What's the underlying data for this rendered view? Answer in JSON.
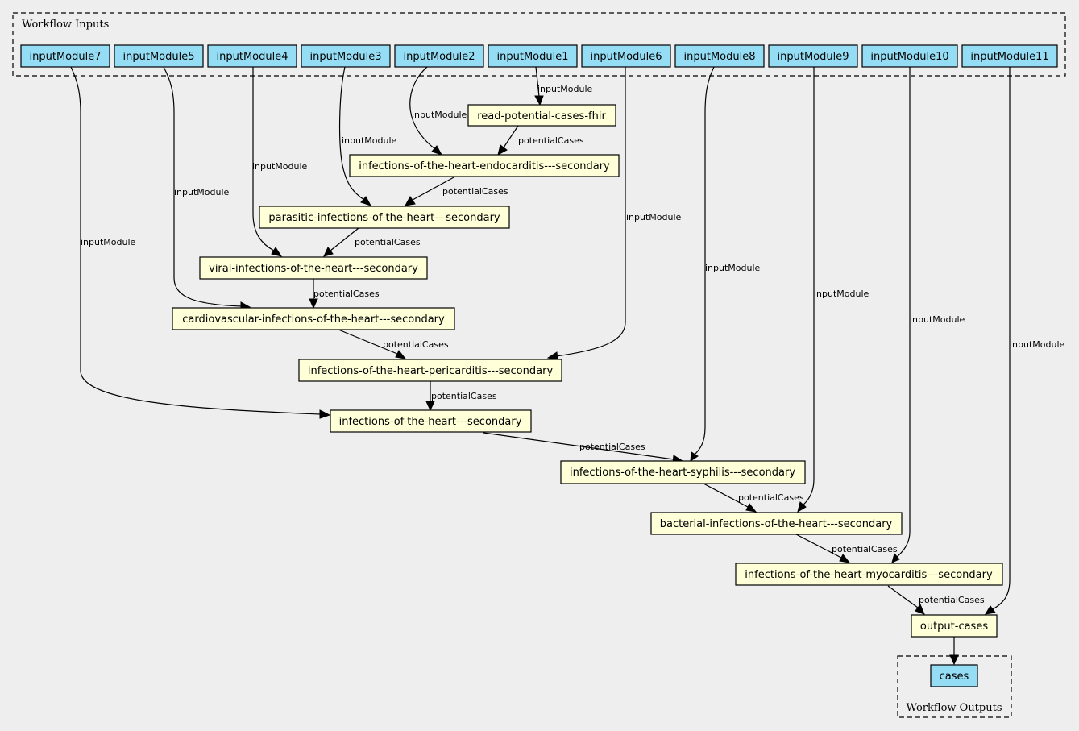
{
  "clusters": {
    "inputs_label": "Workflow Inputs",
    "outputs_label": "Workflow Outputs"
  },
  "colors": {
    "input_fill": "#94ddf4",
    "step_fill": "#ffffd8",
    "background": "#eeeeee"
  },
  "inputs": [
    "inputModule7",
    "inputModule5",
    "inputModule4",
    "inputModule3",
    "inputModule2",
    "inputModule1",
    "inputModule6",
    "inputModule8",
    "inputModule9",
    "inputModule10",
    "inputModule11"
  ],
  "steps": [
    "read-potential-cases-fhir",
    "infections-of-the-heart-endocarditis---secondary",
    "parasitic-infections-of-the-heart---secondary",
    "viral-infections-of-the-heart---secondary",
    "cardiovascular-infections-of-the-heart---secondary",
    "infections-of-the-heart-pericarditis---secondary",
    "infections-of-the-heart---secondary",
    "infections-of-the-heart-syphilis---secondary",
    "bacterial-infections-of-the-heart---secondary",
    "infections-of-the-heart-myocarditis---secondary",
    "output-cases"
  ],
  "outputs": [
    "cases"
  ],
  "edge_labels": {
    "input": "inputModule",
    "chain": "potentialCases"
  }
}
